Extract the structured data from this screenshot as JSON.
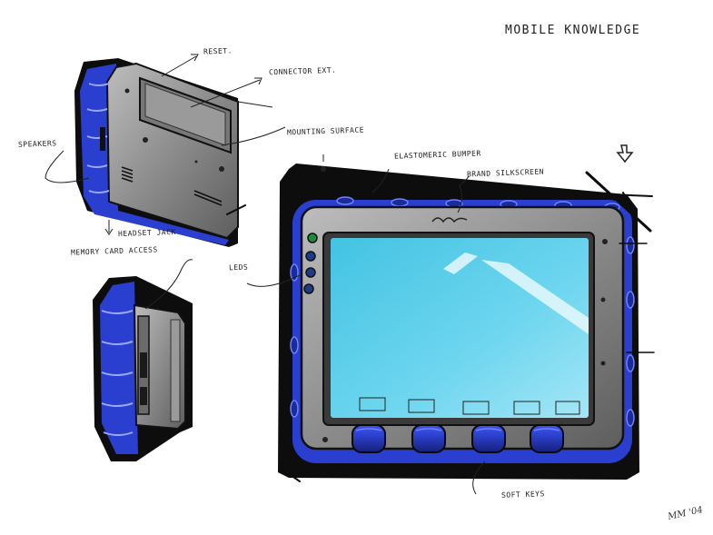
{
  "title": "MOBILE KNOWLEDGE",
  "labels": {
    "reset": "RESET.",
    "connector_ext": "CONNECTOR EXT.",
    "mounting_surface": "MOUNTING SURFACE",
    "speakers": "SPEAKERS",
    "headset_jack": "HEADSET JACK",
    "memory_card_access": "MEMORY CARD ACCESS",
    "leds": "LEDS",
    "elastomeric_bumper": "ELASTOMERIC BUMPER",
    "brand_silkscreen": "BRAND SILKSCREEN",
    "soft_keys": "SOFT KEYS"
  },
  "signature": "MM '04",
  "colors": {
    "bumper_blue": "#2a3fd0",
    "housing_gray": "#8a8a8a",
    "screen_cyan": "#5ccde8",
    "ink": "#111111"
  },
  "icons": {
    "orientation_arrow": "down-arrow-icon",
    "leds": "led-icon"
  }
}
